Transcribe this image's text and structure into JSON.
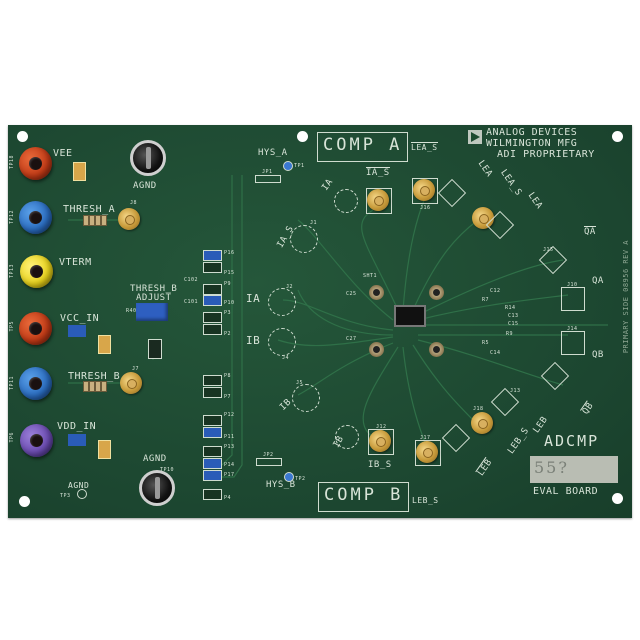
{
  "image": {
    "subject": "Analog Devices ADCMP evaluation circuit board",
    "board_color": "#1d4a30",
    "silkscreen_color": "#d8e4d8"
  },
  "header": {
    "company_line1": "ANALOG DEVICES",
    "company_line2": "WILMINGTON MFG",
    "company_line3": "ADI PROPRIETARY"
  },
  "sections": {
    "comp_a": "COMP  A",
    "comp_b": "COMP  B",
    "lea_s_top": "LEA_S",
    "leb_s_bottom": "LEB_S"
  },
  "left_terminals": [
    {
      "label": "VEE",
      "ref": "TP18",
      "color": "red"
    },
    {
      "label": "THRESH_A",
      "ref": "TP12",
      "color": "blue"
    },
    {
      "label": "VTERM",
      "ref": "TP13",
      "color": "yellow"
    },
    {
      "label": "VCC_IN",
      "ref": "TP5",
      "color": "red"
    },
    {
      "label": "THRESH_B",
      "ref": "TP11",
      "color": "blue"
    },
    {
      "label": "VDD_IN",
      "ref": "TP6",
      "color": "purple"
    }
  ],
  "labels": {
    "agnd_top": "AGND",
    "agnd_bottom": "AGND",
    "agnd_tp": "AGND",
    "tp3": "TP3",
    "tp10": "TP10",
    "thresh_b_adjust_1": "THRESH_B",
    "thresh_b_adjust_2": "ADJUST",
    "r40": "R40",
    "hys_a": "HYS_A",
    "hys_b": "HYS_B",
    "tp1": "TP1",
    "tp2": "TP2",
    "jp1": "JP1",
    "jp2": "JP2",
    "j8": "J8",
    "j7": "J7",
    "ia": "IA",
    "ib": "IB",
    "ia_s": "IA_S",
    "ib_s": "IB_S",
    "ia_bar": "IA",
    "ib_bar": "IB",
    "ia_s_side": "IA_S",
    "ib_side": "IB",
    "lea": "LEA",
    "lea_s": "LEA_S",
    "lea2": "LEA",
    "leb": "LEB",
    "leb_s": "LEB_S",
    "leb2": "LEB",
    "qa": "QA",
    "qa_bar": "QA",
    "qb": "QB",
    "qb_bar": "QB",
    "sht1": "SHT1",
    "c25": "C25",
    "c27": "C27",
    "c12": "C12",
    "c13": "C13",
    "c14": "C14",
    "c15": "C15",
    "r14": "R14",
    "r7": "R7",
    "r5": "R5",
    "r9": "R9",
    "c101": "C101",
    "c102": "C102",
    "j16": "J16",
    "j12": "J12",
    "j17": "J17",
    "j18": "J18",
    "j13": "J13",
    "j15": "J15",
    "j14": "J14",
    "j10": "J10",
    "j1": "J1",
    "j2": "J2",
    "j4": "J4",
    "j5": "J5",
    "adcmp": "ADCMP",
    "handwritten": "55?",
    "eval_board": "EVAL BOARD",
    "side_text": "PRIMARY SIDE  08956 REV A"
  },
  "jumpers": [
    "P16",
    "P15",
    "P9",
    "P10",
    "P3",
    "P2",
    "P8",
    "P7",
    "P12",
    "P11",
    "P13",
    "P14",
    "P17",
    "P4"
  ]
}
